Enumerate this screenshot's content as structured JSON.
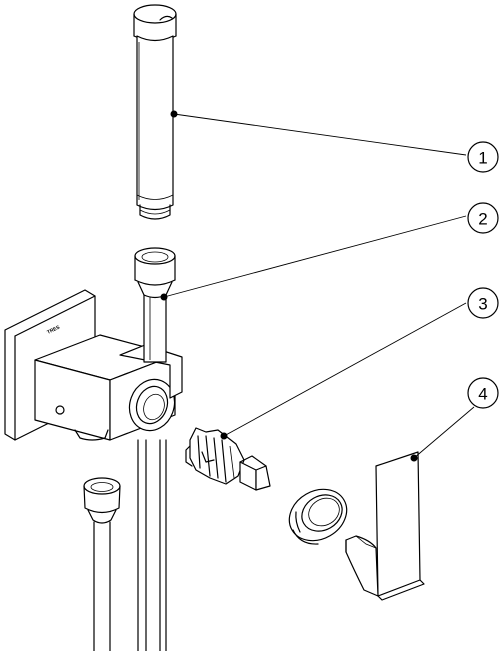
{
  "diagram": {
    "brand_mark": "TRES",
    "callouts": [
      {
        "label": "1",
        "part": "hand-shower"
      },
      {
        "label": "2",
        "part": "hose-connector"
      },
      {
        "label": "3",
        "part": "cartridge"
      },
      {
        "label": "4",
        "part": "lever-handle"
      }
    ]
  }
}
